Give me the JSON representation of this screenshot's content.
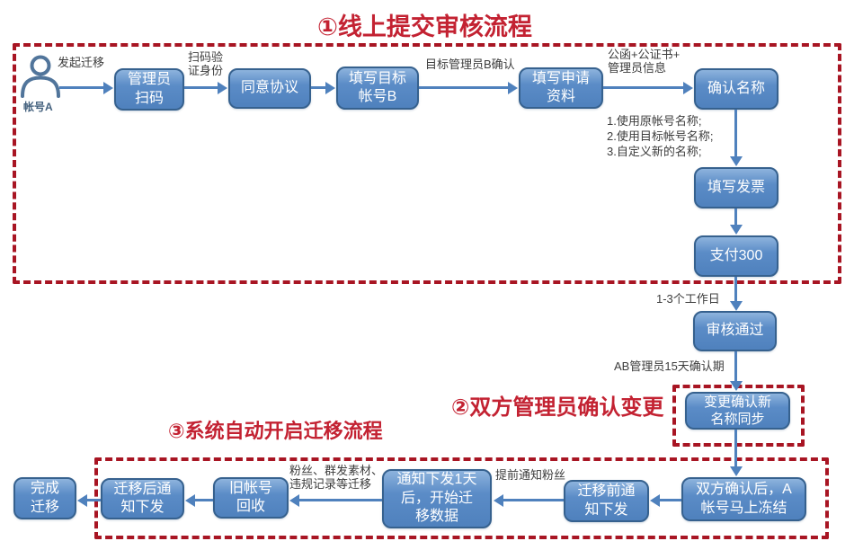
{
  "titles": {
    "section1": "①线上提交审核流程",
    "section2": "②双方管理员确认变更",
    "section3": "③系统自动开启迁移流程"
  },
  "actor": {
    "label": "帐号A"
  },
  "nodes": [
    {
      "id": "admin-scan",
      "label": "管理员\n扫码"
    },
    {
      "id": "agree",
      "label": "同意协议"
    },
    {
      "id": "fill-target",
      "label": "填写目标\n帐号B"
    },
    {
      "id": "fill-apply",
      "label": "填写申请\n资料"
    },
    {
      "id": "confirm-name",
      "label": "确认名称"
    },
    {
      "id": "fill-invoice",
      "label": "填写发票"
    },
    {
      "id": "pay-300",
      "label": "支付300"
    },
    {
      "id": "review-pass",
      "label": "审核通过"
    },
    {
      "id": "change-confirm",
      "label": "变更确认新\n名称同步"
    },
    {
      "id": "freeze",
      "label": "双方确认后，A\n帐号马上冻结"
    },
    {
      "id": "notify-before",
      "label": "迁移前通\n知下发"
    },
    {
      "id": "migrate-data",
      "label": "通知下发1天\n后，开始迁\n移数据"
    },
    {
      "id": "recycle",
      "label": "旧帐号\n回收"
    },
    {
      "id": "notify-after",
      "label": "迁移后通\n知下发"
    },
    {
      "id": "done",
      "label": "完成\n迁移"
    }
  ],
  "edge_labels": {
    "initiate": "发起迁移",
    "scan_verify": "扫码验\n证身份",
    "target_confirm": "目标管理员B确认",
    "docs": "公函+公证书+\n管理员信息",
    "name_options": "1.使用原帐号名称;\n2.使用目标帐号名称;\n3.自定义新的名称;",
    "workdays": "1-3个工作日",
    "confirm_period": "AB管理员15天确认期",
    "notify_fans": "提前通知粉丝",
    "migrate_items": "粉丝、群发素材、\n违规记录等迁移"
  },
  "colors": {
    "node_fill": "#4f81bd",
    "node_fill_light": "#8db3dd",
    "node_border": "#36618e",
    "arrow": "#4f81bd",
    "dashed_border": "#a81523",
    "heading_red": "#c32232",
    "label_text": "#3c3c3c",
    "actor_blue": "#51759b"
  }
}
